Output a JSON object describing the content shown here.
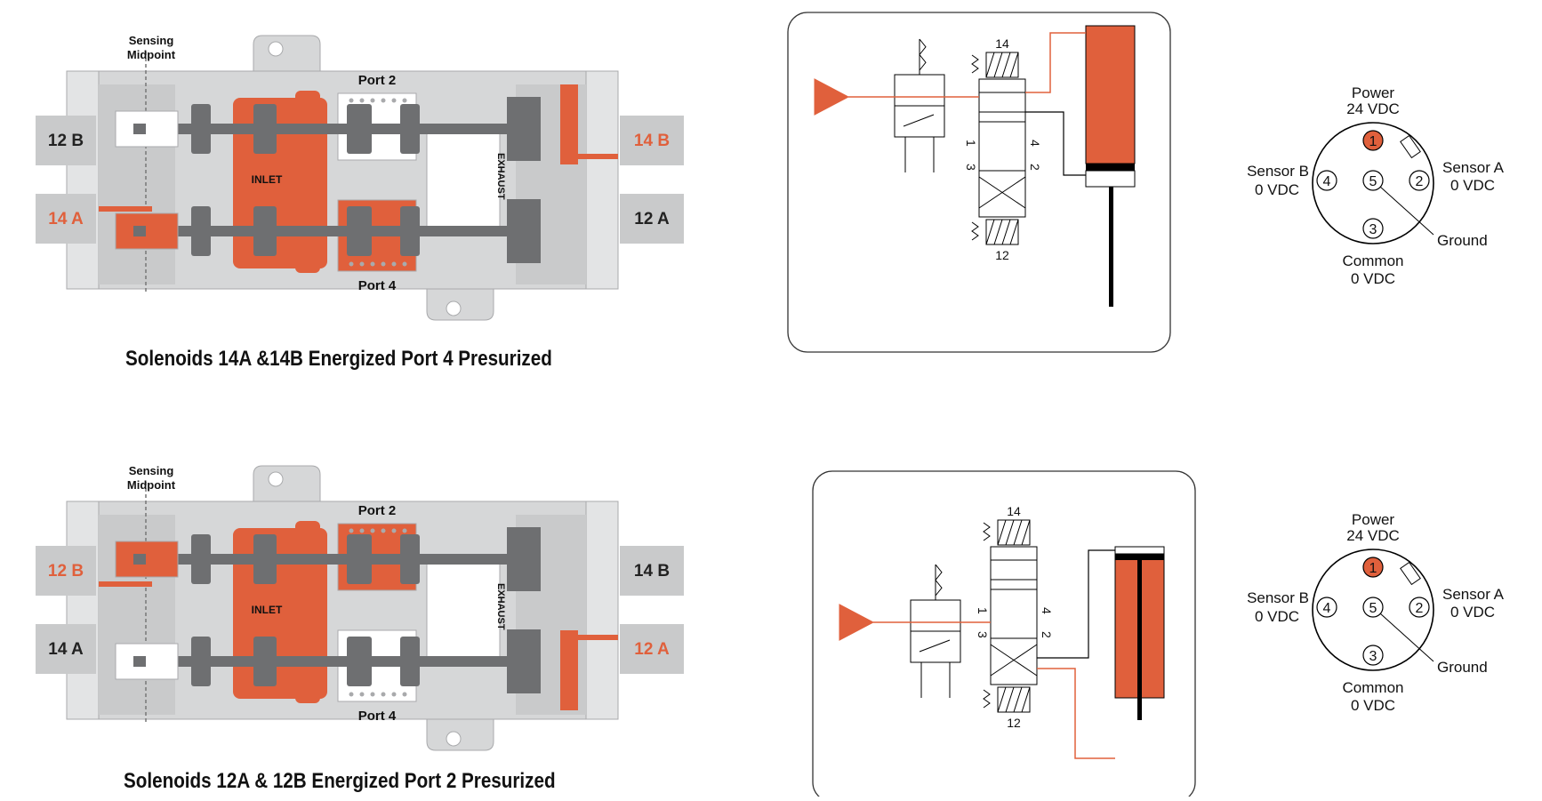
{
  "colors": {
    "orange": "#E0603C",
    "dark_gray": "#6E6F71",
    "mid_gray": "#A9AAAC",
    "light_gray": "#D6D7D8",
    "body_gray": "#C9CACB",
    "black": "#000000"
  },
  "panels": [
    {
      "valve": {
        "sensing": "Sensing",
        "midpoint": "Midpoint",
        "port_2": "Port 2",
        "port_4": "Port 4",
        "inlet": "INLET",
        "exhaust": "EXHAUST",
        "left_top_sol": "12 B",
        "left_bottom_sol": "14 A",
        "right_top_sol": "14 B",
        "right_bottom_sol": "12 A",
        "active_solenoids": [
          "14 A",
          "14 B"
        ],
        "pressurized_port": "Port 4"
      },
      "caption": "Solenoids 14A &14B Energized Port 4 Presurized",
      "schematic": {
        "top": "14",
        "bottom": "12",
        "n1": "1",
        "n3": "3",
        "n4": "4",
        "n2": "2",
        "piston": "extended"
      },
      "connector": {
        "power": "Power",
        "power_v": "24 VDC",
        "sensor_b": "Sensor B",
        "sensor_b_v": "0 VDC",
        "sensor_a": "Sensor A",
        "sensor_a_v": "0 VDC",
        "ground": "Ground",
        "common": "Common",
        "common_v": "0 VDC",
        "pins": [
          "1",
          "2",
          "3",
          "4",
          "5"
        ]
      }
    },
    {
      "valve": {
        "sensing": "Sensing",
        "midpoint": "Midpoint",
        "port_2": "Port 2",
        "port_4": "Port 4",
        "inlet": "INLET",
        "exhaust": "EXHAUST",
        "left_top_sol": "12 B",
        "left_bottom_sol": "14 A",
        "right_top_sol": "14 B",
        "right_bottom_sol": "12 A",
        "active_solenoids": [
          "12 B",
          "12 A"
        ],
        "pressurized_port": "Port 2"
      },
      "caption": "Solenoids 12A & 12B Energized Port 2 Presurized",
      "schematic": {
        "top": "14",
        "bottom": "12",
        "n1": "1",
        "n3": "3",
        "n4": "4",
        "n2": "2",
        "piston": "retracted"
      },
      "connector": {
        "power": "Power",
        "power_v": "24 VDC",
        "sensor_b": "Sensor B",
        "sensor_b_v": "0 VDC",
        "sensor_a": "Sensor A",
        "sensor_a_v": "0 VDC",
        "ground": "Ground",
        "common": "Common",
        "common_v": "0 VDC",
        "pins": [
          "1",
          "2",
          "3",
          "4",
          "5"
        ]
      }
    }
  ]
}
